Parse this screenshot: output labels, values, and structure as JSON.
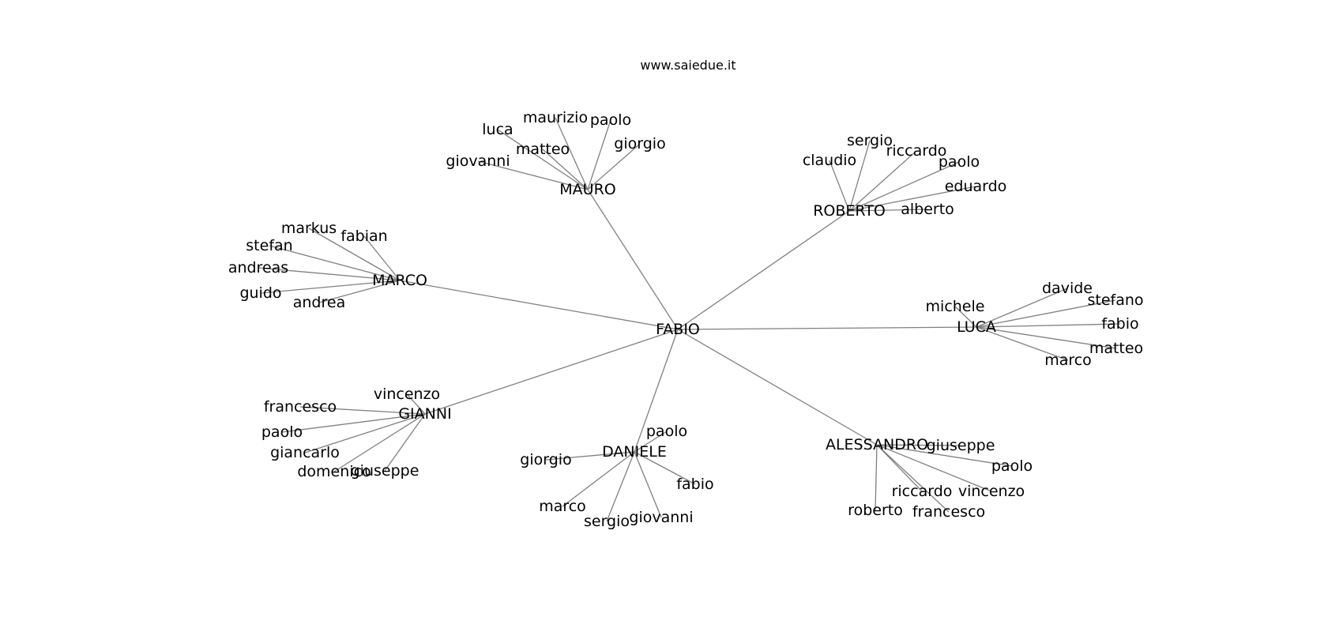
{
  "title": "www.saiedue.it",
  "colors": {
    "edge": "#808080",
    "text": "#000000",
    "background": "#ffffff"
  },
  "root": "FABIO",
  "groups": [
    {
      "hub": "MAURO",
      "leaves": [
        "maurizio",
        "paolo",
        "luca",
        "matteo",
        "giorgio",
        "giovanni"
      ]
    },
    {
      "hub": "ROBERTO",
      "leaves": [
        "sergio",
        "riccardo",
        "claudio",
        "paolo",
        "eduardo",
        "alberto"
      ]
    },
    {
      "hub": "MARCO",
      "leaves": [
        "markus",
        "fabian",
        "stefan",
        "andreas",
        "guido",
        "andrea"
      ]
    },
    {
      "hub": "LUCA",
      "leaves": [
        "davide",
        "michele",
        "stefano",
        "fabio",
        "matteo",
        "marco"
      ]
    },
    {
      "hub": "GIANNI",
      "leaves": [
        "vincenzo",
        "francesco",
        "paolo",
        "giancarlo",
        "domenico",
        "giuseppe"
      ]
    },
    {
      "hub": "DANIELE",
      "leaves": [
        "paolo",
        "giorgio",
        "fabio",
        "marco",
        "sergio",
        "giovanni"
      ]
    },
    {
      "hub": "ALESSANDRO",
      "leaves": [
        "giuseppe",
        "paolo",
        "riccardo",
        "vincenzo",
        "roberto",
        "francesco"
      ]
    }
  ]
}
